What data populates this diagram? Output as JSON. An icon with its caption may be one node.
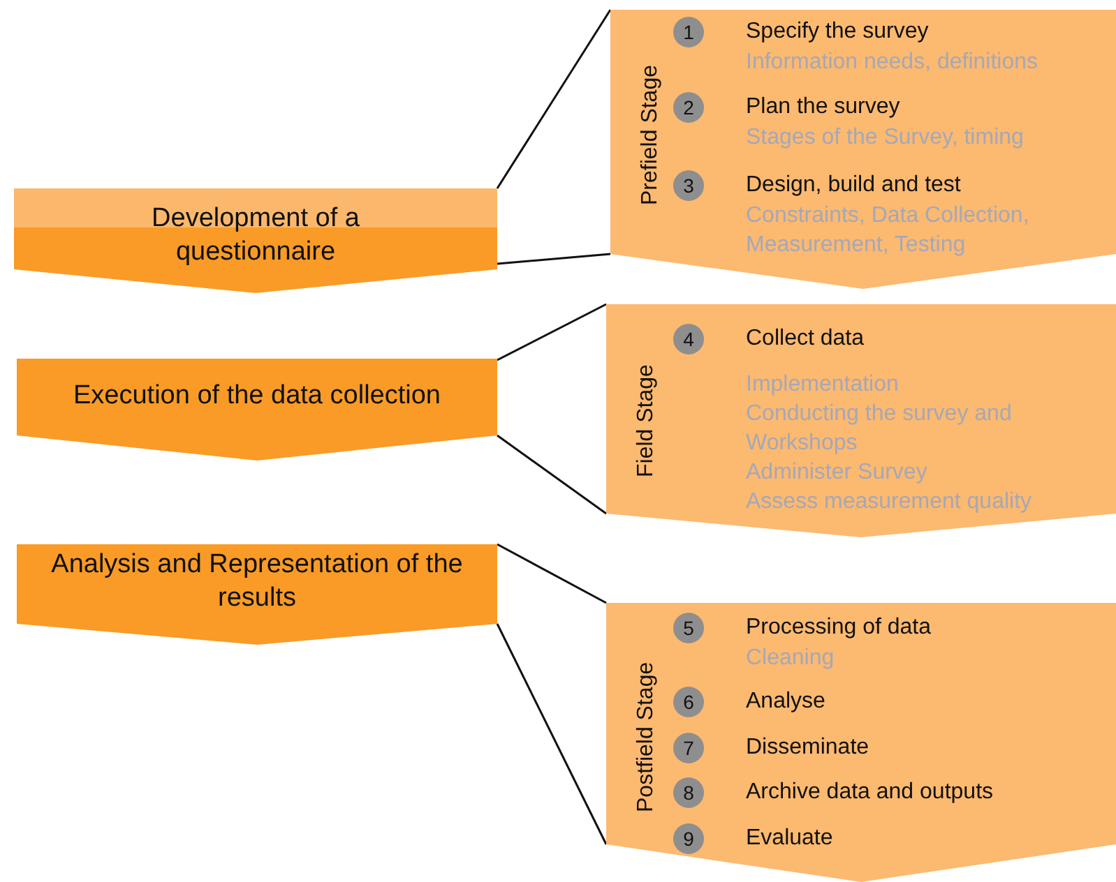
{
  "diagram": {
    "nodes": [
      {
        "text": [
          "Development of a questionnaire"
        ]
      },
      {
        "text": [
          "Prefield Stage"
        ]
      },
      {
        "text": [
          "1"
        ],
        "in": 1,
        "beside": [
          "Specify the survey",
          "Information needs, definitions"
        ]
      },
      {
        "text": [
          "2"
        ],
        "in": 1,
        "beside": [
          "Plan the survey",
          "Stages of the Survey, timing"
        ]
      },
      {
        "text": [
          "3"
        ],
        "in": 1,
        "beside": [
          "Design, build and test",
          "Constraints, Data Collection, Measurement, Testing"
        ]
      },
      {
        "text": [
          "Execution of the data collection"
        ]
      },
      {
        "text": [
          "Field Stage"
        ]
      },
      {
        "text": [
          "4"
        ],
        "in": 6,
        "beside": [
          "Collect data",
          "Implementation",
          "Conducting the survey and Workshops",
          "Administer Survey",
          "Assess measurement quality"
        ]
      },
      {
        "text": [
          "Analysis and Representation of the results"
        ]
      },
      {
        "text": [
          "Postfield Stage"
        ]
      },
      {
        "text": [
          "5"
        ],
        "in": 9,
        "beside": [
          "Processing of data",
          "Cleaning"
        ]
      },
      {
        "text": [
          "6"
        ],
        "in": 9,
        "beside": [
          "Analyse"
        ]
      },
      {
        "text": [
          "7"
        ],
        "in": 9,
        "beside": [
          "Disseminate"
        ]
      },
      {
        "text": [
          "8"
        ],
        "in": 9,
        "beside": [
          "Archive data and outputs"
        ]
      },
      {
        "text": [
          "9"
        ],
        "in": 9,
        "beside": [
          "Evaluate"
        ]
      }
    ],
    "edges": [
      {
        "from": 0,
        "to": 1,
        "arrow": "none"
      },
      {
        "from": 0,
        "to": 1,
        "arrow": "none"
      },
      {
        "from": 5,
        "to": 6,
        "arrow": "none"
      },
      {
        "from": 5,
        "to": 6,
        "arrow": "none"
      },
      {
        "from": 8,
        "to": 9,
        "arrow": "none"
      },
      {
        "from": 8,
        "to": 9,
        "arrow": "none"
      }
    ]
  }
}
